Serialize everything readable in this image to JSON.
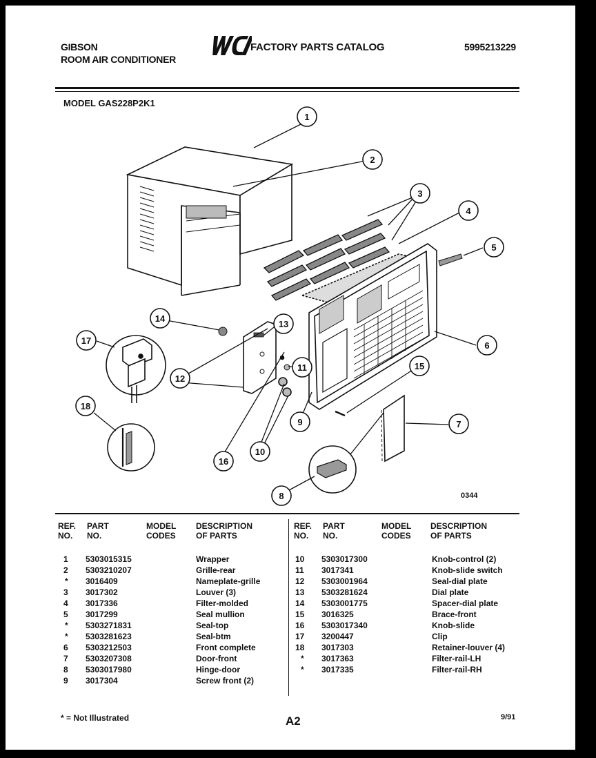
{
  "header": {
    "brand": "GIBSON",
    "product": "ROOM AIR CONDITIONER",
    "logo_text": "WCI",
    "catalog_title": "FACTORY PARTS CATALOG",
    "document_number": "5995213229"
  },
  "model_line": "MODEL GAS228P2K1",
  "diagram": {
    "code": "0344",
    "callouts": [
      "1",
      "2",
      "3",
      "4",
      "5",
      "6",
      "7",
      "8",
      "9",
      "10",
      "11",
      "12",
      "13",
      "14",
      "15",
      "16",
      "17",
      "18"
    ],
    "icons": [
      "wrapper-cabinet",
      "grille-rear",
      "louver-set",
      "filter-molded",
      "seal-mullion",
      "front-complete",
      "door-front",
      "hinge-door",
      "screw-front",
      "knob-control",
      "knob-slide-switch",
      "dial-plate",
      "nameplate",
      "clip",
      "brace-front",
      "knob-slide",
      "retainer-louver"
    ]
  },
  "table": {
    "headers": {
      "ref": "REF.\nNO.",
      "part": "PART\nNO.",
      "model": "MODEL\nCODES",
      "desc": "DESCRIPTION\nOF PARTS"
    },
    "left": [
      {
        "ref": "1",
        "part": "5303015315",
        "desc": "Wrapper"
      },
      {
        "ref": "2",
        "part": "5303210207",
        "desc": "Grille-rear"
      },
      {
        "ref": "*",
        "part": "3016409",
        "desc": "Nameplate-grille"
      },
      {
        "ref": "3",
        "part": "3017302",
        "desc": "Louver (3)"
      },
      {
        "ref": "4",
        "part": "3017336",
        "desc": "Filter-molded"
      },
      {
        "ref": "5",
        "part": "3017299",
        "desc": "Seal mullion"
      },
      {
        "ref": "*",
        "part": "5303271831",
        "desc": "Seal-top"
      },
      {
        "ref": "*",
        "part": "5303281623",
        "desc": "Seal-btm"
      },
      {
        "ref": "6",
        "part": "5303212503",
        "desc": "Front complete"
      },
      {
        "ref": "7",
        "part": "5303207308",
        "desc": "Door-front"
      },
      {
        "ref": "8",
        "part": "5303017980",
        "desc": "Hinge-door"
      },
      {
        "ref": "9",
        "part": "3017304",
        "desc": "Screw front (2)"
      }
    ],
    "right": [
      {
        "ref": "10",
        "part": "5303017300",
        "desc": "Knob-control (2)"
      },
      {
        "ref": "11",
        "part": "3017341",
        "desc": "Knob-slide switch"
      },
      {
        "ref": "12",
        "part": "5303001964",
        "desc": "Seal-dial plate"
      },
      {
        "ref": "13",
        "part": "5303281624",
        "desc": "Dial plate"
      },
      {
        "ref": "14",
        "part": "5303001775",
        "desc": "Spacer-dial plate"
      },
      {
        "ref": "15",
        "part": "3016325",
        "desc": "Brace-front"
      },
      {
        "ref": "16",
        "part": "5303017340",
        "desc": "Knob-slide"
      },
      {
        "ref": "17",
        "part": "3200447",
        "desc": "Clip"
      },
      {
        "ref": "18",
        "part": "3017303",
        "desc": "Retainer-louver (4)"
      },
      {
        "ref": "*",
        "part": "3017363",
        "desc": "Filter-rail-LH"
      },
      {
        "ref": "*",
        "part": "3017335",
        "desc": "Filter-rail-RH"
      }
    ]
  },
  "footer": {
    "footnote": "* = Not Illustrated",
    "page": "A2",
    "date": "9/91"
  }
}
